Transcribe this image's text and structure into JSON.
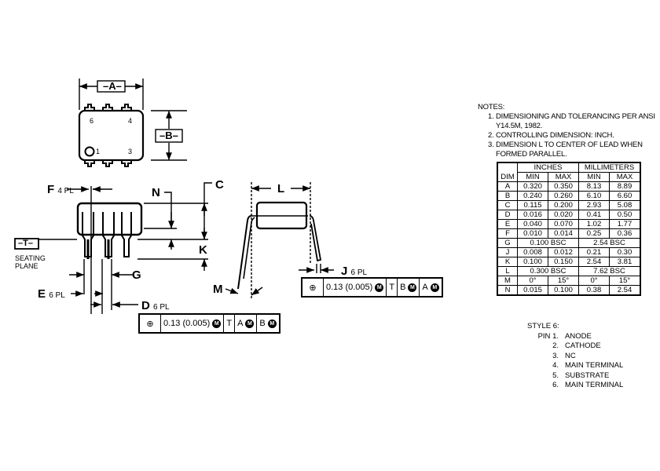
{
  "title_block": null,
  "top_view": {
    "dim_A": "A",
    "dim_B": "B",
    "pin_labels": [
      "6",
      "4",
      "1",
      "3"
    ]
  },
  "side_view": {
    "labels": {
      "F": "F",
      "F_sub": "4 PL",
      "N": "N",
      "C": "C",
      "K": "K",
      "G": "G",
      "E": "E",
      "E_sub": "6 PL",
      "D": "D",
      "D_sub": "6 PL"
    },
    "datum_T": "T",
    "seating_plane": [
      "SEATING",
      "PLANE"
    ],
    "fcf": {
      "symbol": "position",
      "tolerance": "0.13 (0.005)",
      "modifier": "M",
      "datums": [
        {
          "label": "T",
          "modifier": ""
        },
        {
          "label": "A",
          "modifier": "M"
        },
        {
          "label": "B",
          "modifier": "M"
        }
      ]
    }
  },
  "end_view": {
    "labels": {
      "L": "L",
      "J": "J",
      "J_sub": "6 PL",
      "M": "M"
    },
    "fcf": {
      "symbol": "position",
      "tolerance": "0.13 (0.005)",
      "modifier": "M",
      "datums": [
        {
          "label": "T",
          "modifier": ""
        },
        {
          "label": "B",
          "modifier": "M"
        },
        {
          "label": "A",
          "modifier": "M"
        }
      ]
    }
  },
  "notes": {
    "heading": "NOTES:",
    "items": [
      {
        "num": "1.",
        "text": "DIMENSIONING AND TOLERANCING PER ANSI Y14.5M, 1982."
      },
      {
        "num": "2.",
        "text": "CONTROLLING DIMENSION: INCH."
      },
      {
        "num": "3.",
        "text": "DIMENSION L TO CENTER OF LEAD WHEN FORMED PARALLEL."
      }
    ]
  },
  "dim_table": {
    "group_headers": [
      "INCHES",
      "MILLIMETERS"
    ],
    "columns": [
      "DIM",
      "MIN",
      "MAX",
      "MIN",
      "MAX"
    ],
    "rows": [
      {
        "dim": "A",
        "in_min": "0.320",
        "in_max": "0.350",
        "mm_min": "8.13",
        "mm_max": "8.89"
      },
      {
        "dim": "B",
        "in_min": "0.240",
        "in_max": "0.260",
        "mm_min": "6.10",
        "mm_max": "6.60"
      },
      {
        "dim": "C",
        "in_min": "0.115",
        "in_max": "0.200",
        "mm_min": "2.93",
        "mm_max": "5.08"
      },
      {
        "dim": "D",
        "in_min": "0.016",
        "in_max": "0.020",
        "mm_min": "0.41",
        "mm_max": "0.50"
      },
      {
        "dim": "E",
        "in_min": "0.040",
        "in_max": "0.070",
        "mm_min": "1.02",
        "mm_max": "1.77"
      },
      {
        "dim": "F",
        "in_min": "0.010",
        "in_max": "0.014",
        "mm_min": "0.25",
        "mm_max": "0.36"
      },
      {
        "dim": "G",
        "in_bsc": "0.100 BSC",
        "mm_bsc": "2.54 BSC"
      },
      {
        "dim": "J",
        "in_min": "0.008",
        "in_max": "0.012",
        "mm_min": "0.21",
        "mm_max": "0.30"
      },
      {
        "dim": "K",
        "in_min": "0.100",
        "in_max": "0.150",
        "mm_min": "2.54",
        "mm_max": "3.81"
      },
      {
        "dim": "L",
        "in_bsc": "0.300 BSC",
        "mm_bsc": "7.62 BSC"
      },
      {
        "dim": "M",
        "in_min": "0°",
        "in_max": "15°",
        "mm_min": "0°",
        "mm_max": "15°"
      },
      {
        "dim": "N",
        "in_min": "0.015",
        "in_max": "0.100",
        "mm_min": "0.38",
        "mm_max": "2.54"
      }
    ]
  },
  "style": {
    "heading": "STYLE 6:",
    "pin_prefix": "PIN",
    "pins": [
      {
        "num": "1.",
        "name": "ANODE"
      },
      {
        "num": "2.",
        "name": "CATHODE"
      },
      {
        "num": "3.",
        "name": "NC"
      },
      {
        "num": "4.",
        "name": "MAIN TERMINAL"
      },
      {
        "num": "5.",
        "name": "SUBSTRATE"
      },
      {
        "num": "6.",
        "name": "MAIN TERMINAL"
      }
    ]
  }
}
